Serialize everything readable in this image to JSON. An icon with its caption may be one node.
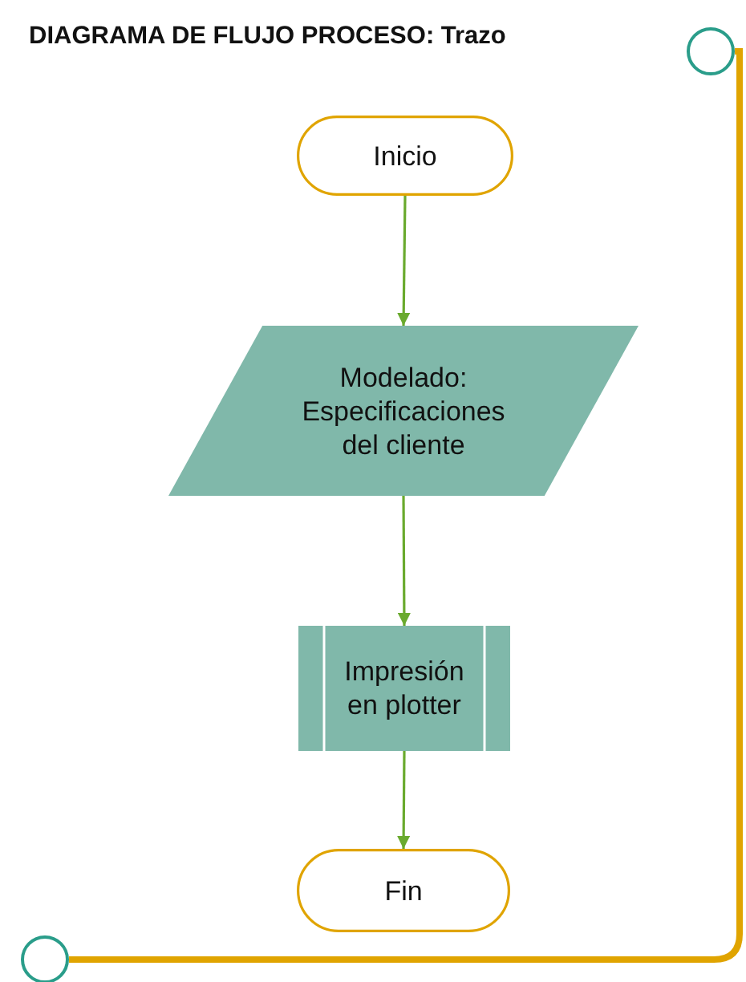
{
  "diagram": {
    "title": "DIAGRAMA DE FLUJO PROCESO: Trazo",
    "nodes": [
      {
        "text": [
          "Inicio"
        ]
      },
      {
        "text": [
          "Modelado: Especificaciones del cliente"
        ]
      },
      {
        "text": [
          "Impresión en plotter"
        ]
      },
      {
        "text": [
          "Fin"
        ]
      },
      {
        "text": [],
        "shape": "circle"
      },
      {
        "text": [],
        "shape": "circle"
      }
    ],
    "edges": [
      {
        "from": 0,
        "to": 1,
        "arrow": "to"
      },
      {
        "from": 1,
        "to": 2,
        "arrow": "to"
      },
      {
        "from": 2,
        "to": 3,
        "arrow": "to"
      },
      {
        "from": 4,
        "to": 5,
        "arrow": "none",
        "style": "thick",
        "color": "#e0a400"
      }
    ]
  }
}
